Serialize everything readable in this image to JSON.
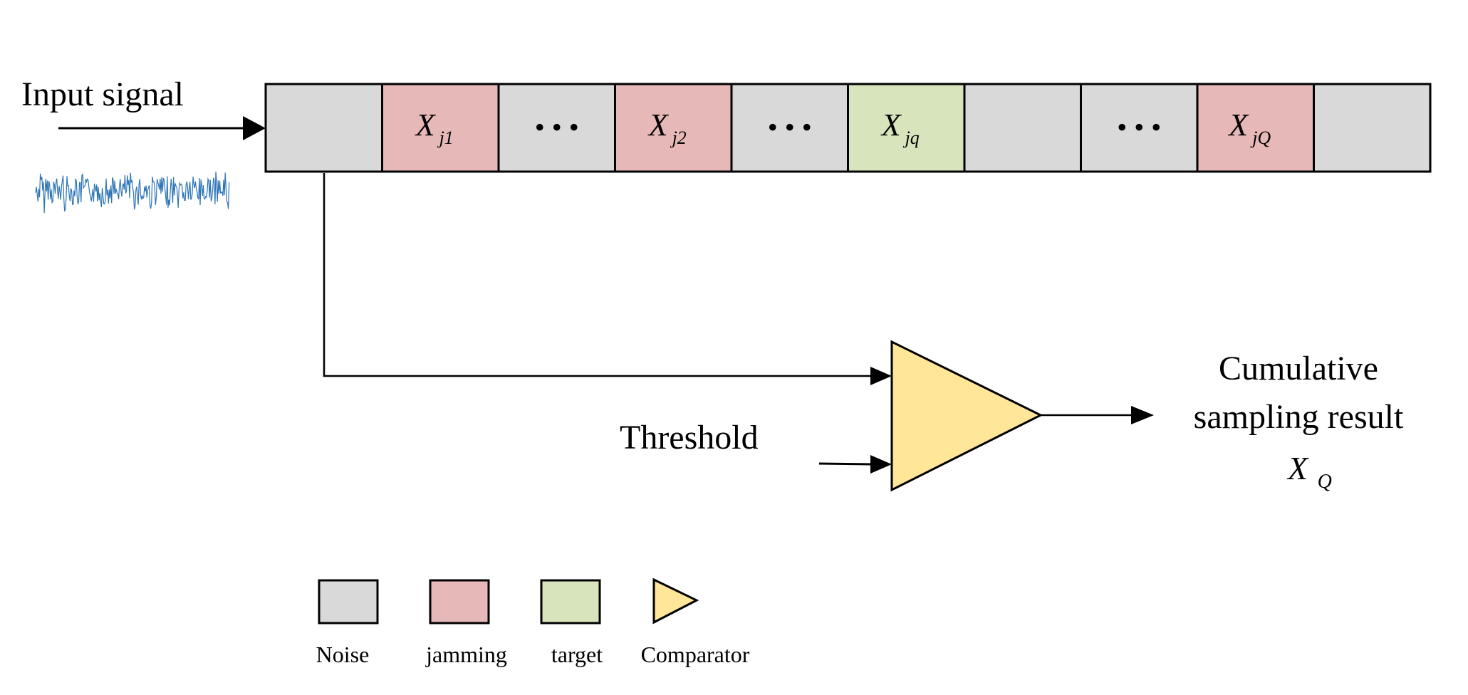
{
  "input_label": "Input signal",
  "threshold_label": "Threshold",
  "output_label_line1": "Cumulative",
  "output_label_line2": "sampling result",
  "output_symbol": {
    "base": "X",
    "sub": "Q"
  },
  "cells": [
    {
      "kind": "noise",
      "text": ""
    },
    {
      "kind": "jamming",
      "base": "X",
      "sub": "j1"
    },
    {
      "kind": "noise",
      "dots": "• • •"
    },
    {
      "kind": "jamming",
      "base": "X",
      "sub": "j2"
    },
    {
      "kind": "noise",
      "dots": "• • •"
    },
    {
      "kind": "target",
      "base": "X",
      "sub": "jq"
    },
    {
      "kind": "noise",
      "text": ""
    },
    {
      "kind": "noise",
      "dots": "• • •"
    },
    {
      "kind": "jamming",
      "base": "X",
      "sub": "jQ"
    },
    {
      "kind": "noise",
      "text": ""
    }
  ],
  "legend": {
    "noise": "Noise",
    "jamming": "jamming",
    "target": "target",
    "comparator": "Comparator"
  },
  "colors": {
    "noise": "#d9d9d9",
    "jamming": "#e6b8b7",
    "target": "#d8e4bc",
    "comparator": "#ffe699",
    "signal": "#2e75b6",
    "stroke": "#000000"
  },
  "icons": {
    "signal": "noise-waveform-icon",
    "comparator": "comparator-triangle-icon",
    "arrow": "arrowhead-icon"
  }
}
